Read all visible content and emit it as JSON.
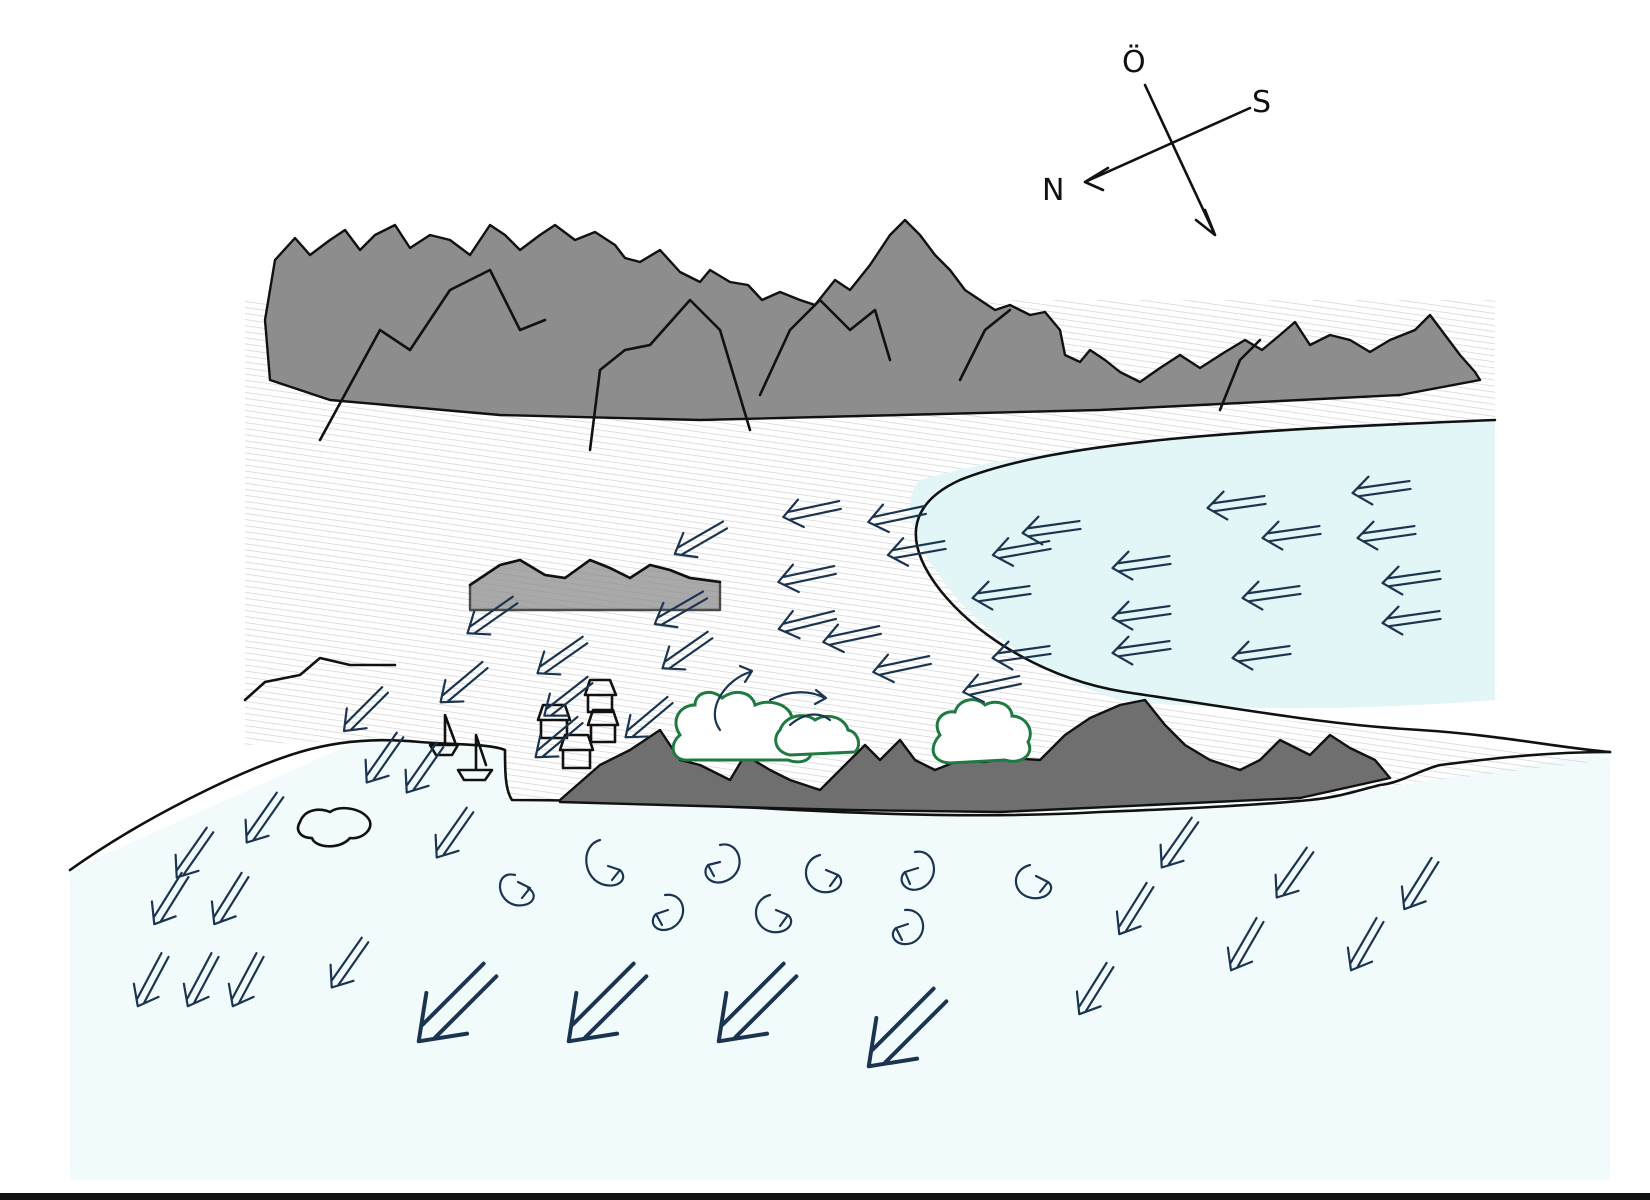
{
  "compass": {
    "north": "N",
    "east": "Ö",
    "south": "S"
  },
  "colors": {
    "ink": "#111111",
    "wind_arrows": "#1b3550",
    "vegetation": "#1f7a42",
    "sea": "#d6f2f4",
    "mountains": "#8d8d8d"
  },
  "icons": [
    "compass-rose-icon",
    "mountain-icon",
    "wind-arrow-icon",
    "eddy-arrow-icon",
    "bush-icon",
    "house-icon",
    "sailboat-icon"
  ]
}
